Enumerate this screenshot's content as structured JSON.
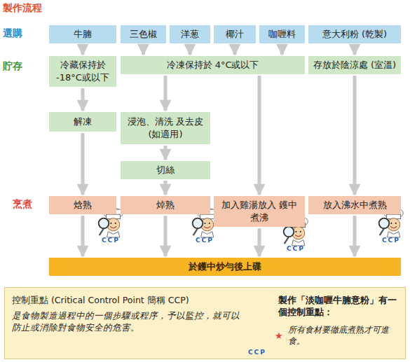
{
  "diagram": {
    "title": "製作流程",
    "nodes": [
      {
        "text": [
          "牛腩"
        ]
      },
      {
        "text": [
          "三色椒"
        ]
      },
      {
        "text": [
          "洋葱"
        ]
      },
      {
        "text": [
          "椰汁"
        ]
      },
      {
        "text": [
          "咖喱料"
        ]
      },
      {
        "text": [
          "意大利粉 (乾製)"
        ]
      },
      {
        "text": [
          "冷藏保持於 -18°C或以下"
        ]
      },
      {
        "text": [
          "冷凍保持於 4°C或以下"
        ]
      },
      {
        "text": [
          "存放於陰涼處 (室溫)"
        ]
      },
      {
        "text": [
          "解凍"
        ]
      },
      {
        "text": [
          "浸泡、清洗 及去皮 (如適用)"
        ]
      },
      {
        "text": [
          "切絲"
        ]
      },
      {
        "text": [
          "焓熟"
        ]
      },
      {
        "text": [
          "焯熟"
        ]
      },
      {
        "text": [
          "加入雞湯放入 鑊中煮沸"
        ]
      },
      {
        "text": [
          "放入沸水中煮熟"
        ]
      },
      {
        "text": [
          "於鑊中炒勻後上碟"
        ]
      },
      {
        "text": [
          "控制重點 (Critical Control Point 簡稱 CCP)",
          "是食物製造過程中的一個步驟或程序，予以監控，就可以防止或消除對食物安全的危害。",
          "製作「淡咖喱牛腩意粉」有一個控制重點：",
          "所有食材要徹底煮熟才可進食。"
        ]
      }
    ],
    "edges": [
      {
        "from": 0,
        "to": 6,
        "arrow": "to"
      },
      {
        "from": 1,
        "to": 7,
        "arrow": "to"
      },
      {
        "from": 2,
        "to": 7,
        "arrow": "to"
      },
      {
        "from": 3,
        "to": 7,
        "arrow": "to"
      },
      {
        "from": 4,
        "to": 7,
        "arrow": "to"
      },
      {
        "from": 5,
        "to": 8,
        "arrow": "to"
      },
      {
        "from": 6,
        "to": 9,
        "arrow": "to"
      },
      {
        "from": 7,
        "to": 10,
        "arrow": "to"
      },
      {
        "from": 7,
        "to": 14,
        "arrow": "to"
      },
      {
        "from": 8,
        "to": 15,
        "arrow": "to"
      },
      {
        "from": 9,
        "to": 12,
        "arrow": "to"
      },
      {
        "from": 10,
        "to": 11,
        "arrow": "to"
      },
      {
        "from": 11,
        "to": 13,
        "arrow": "to"
      },
      {
        "from": 12,
        "to": 16,
        "arrow": "to"
      },
      {
        "from": 13,
        "to": 16,
        "arrow": "to"
      },
      {
        "from": 14,
        "to": 16,
        "arrow": "to"
      },
      {
        "from": 15,
        "to": 16,
        "arrow": "to"
      }
    ],
    "labels": [
      "選購",
      "貯存",
      "烹煮",
      "CCP",
      "CCP",
      "CCP",
      "CCP",
      "CCP",
      "★"
    ]
  }
}
